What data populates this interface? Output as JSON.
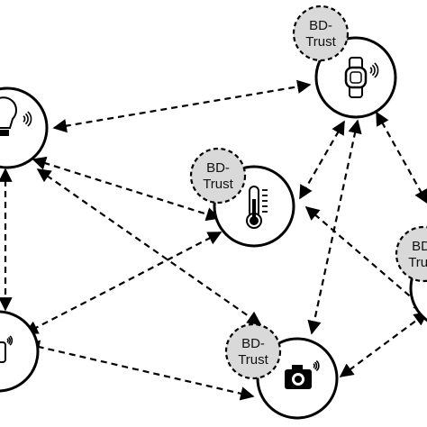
{
  "diagram": {
    "nodes": [
      {
        "id": "smart-bulb",
        "icon": "smart-bulb-wireless-icon",
        "badge": null
      },
      {
        "id": "smartwatch",
        "icon": "smartwatch-wireless-icon",
        "badge": [
          "BD-",
          "Trust"
        ]
      },
      {
        "id": "thermometer",
        "icon": "thermometer-icon",
        "badge": [
          "BD-",
          "Trust"
        ]
      },
      {
        "id": "left-device",
        "icon": "wireless-device-icon",
        "badge": null
      },
      {
        "id": "camera",
        "icon": "camera-wireless-icon",
        "badge": [
          "BD-",
          "Trust"
        ]
      },
      {
        "id": "right-device",
        "icon": "wireless-device-icon",
        "badge": [
          "BD-",
          "Trust"
        ]
      }
    ],
    "edges": [
      [
        "smart-bulb",
        "smartwatch"
      ],
      [
        "smart-bulb",
        "thermometer"
      ],
      [
        "smart-bulb",
        "camera"
      ],
      [
        "smart-bulb",
        "left-device"
      ],
      [
        "smartwatch",
        "thermometer"
      ],
      [
        "smartwatch",
        "camera"
      ],
      [
        "smartwatch",
        "right-device"
      ],
      [
        "thermometer",
        "left-device"
      ],
      [
        "thermometer",
        "right-device"
      ],
      [
        "left-device",
        "camera"
      ],
      [
        "camera",
        "right-device"
      ]
    ],
    "colors": {
      "node_fill": "#ffffff",
      "node_stroke": "#000000",
      "badge_fill": "#d9d9d9",
      "edge": "#000000"
    }
  }
}
